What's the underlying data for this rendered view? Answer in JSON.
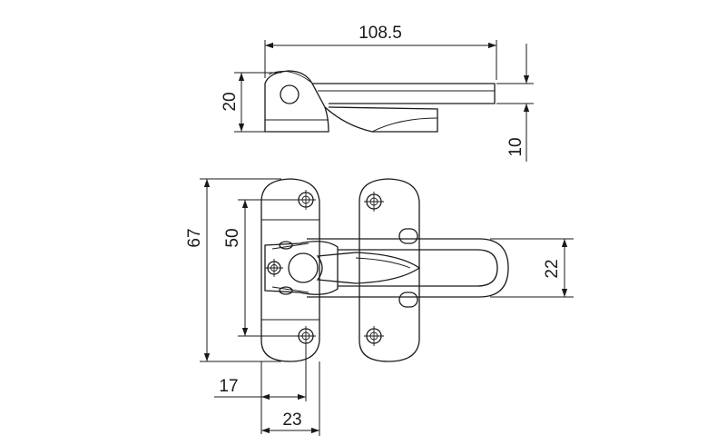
{
  "dimensions": {
    "overall_length": "108.5",
    "side_height": "20",
    "arm_thickness": "10",
    "total_height": "67",
    "hole_spacing": "50",
    "bar_height": "22",
    "hole_offset": "17",
    "plate_width": "23"
  },
  "colors": {
    "line": "#1a1a1a",
    "background": "#ffffff"
  }
}
